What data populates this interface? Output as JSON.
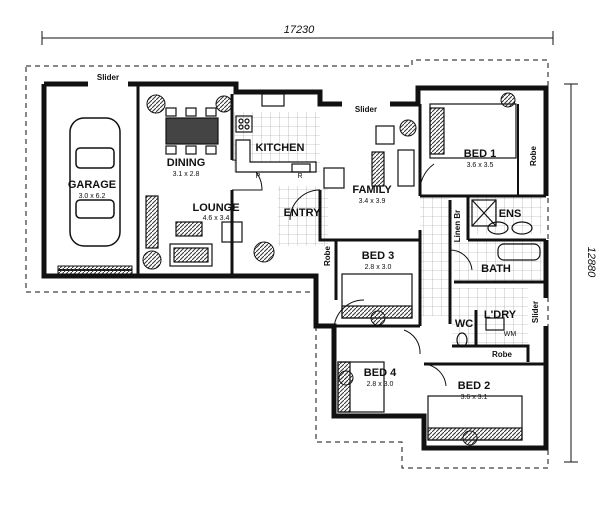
{
  "dimensions": {
    "overall_width": "17230",
    "overall_depth": "12880"
  },
  "rooms": {
    "garage": {
      "name": "GARAGE",
      "size": "3.0 x 6.2"
    },
    "dining": {
      "name": "DINING",
      "size": "3.1 x 2.8"
    },
    "lounge": {
      "name": "LOUNGE",
      "size": "4.6 x 3.4"
    },
    "kitchen": {
      "name": "KITCHEN"
    },
    "family": {
      "name": "FAMILY",
      "size": "3.4 x 3.9"
    },
    "entry": {
      "name": "ENTRY"
    },
    "bed1": {
      "name": "BED 1",
      "size": "3.6 x 3.5"
    },
    "bed2": {
      "name": "BED 2",
      "size": "3.6 x 3.1"
    },
    "bed3": {
      "name": "BED 3",
      "size": "2.8 x 3.0"
    },
    "bed4": {
      "name": "BED 4",
      "size": "2.8 x 3.0"
    },
    "ens": {
      "name": "ENS"
    },
    "bath": {
      "name": "BATH"
    },
    "ldry": {
      "name": "L'DRY"
    },
    "wc": {
      "name": "WC"
    }
  },
  "labels": {
    "slider_garage": "Slider",
    "slider_family": "Slider",
    "slider_ldry": "Slider",
    "robe_bed1": "Robe",
    "robe_bed3": "Robe",
    "robe_bed2": "Robe",
    "linen": "Linen Br",
    "pantry": "P",
    "fridge": "R",
    "washer": "WM"
  },
  "colors": {
    "wall": "#111111",
    "floor": "#ffffff",
    "tile": "#999999"
  }
}
